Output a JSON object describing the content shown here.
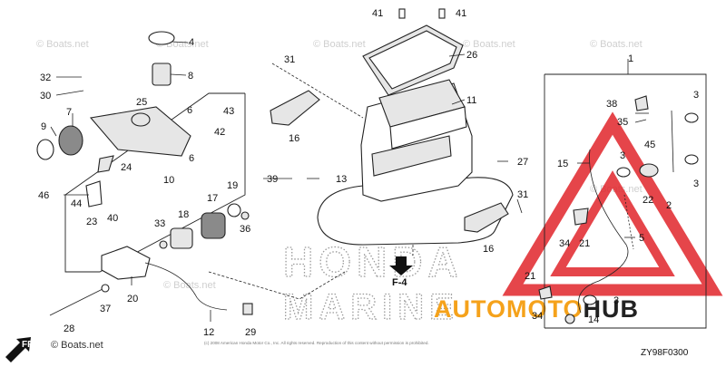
{
  "callouts": {
    "c1": "1",
    "c2": "2",
    "c3a": "3",
    "c3b": "3",
    "c3c": "3",
    "c3d": "3",
    "c4": "4",
    "c5": "5",
    "c6a": "6",
    "c6b": "6",
    "c7": "7",
    "c8": "8",
    "c9": "9",
    "c10": "10",
    "c11": "11",
    "c12": "12",
    "c13": "13",
    "c14": "14",
    "c15": "15",
    "c16a": "16",
    "c16b": "16",
    "c17": "17",
    "c18": "18",
    "c19": "19",
    "c20": "20",
    "c21a": "21",
    "c21b": "21",
    "c22": "22",
    "c23": "23",
    "c24": "24",
    "c25": "25",
    "c26": "26",
    "c27": "27",
    "c28": "28",
    "c29": "29",
    "c30": "30",
    "c31a": "31",
    "c31b": "31",
    "c32": "32",
    "c33": "33",
    "c34a": "34",
    "c34b": "34",
    "c35": "35",
    "c36": "36",
    "c37": "37",
    "c38": "38",
    "c39": "39",
    "c40": "40",
    "c41a": "41",
    "c41b": "41",
    "c42": "42",
    "c43": "43",
    "c44": "44",
    "c45": "45",
    "c46": "46"
  },
  "reference": "F-4",
  "diagram_code": "ZY98F0300",
  "front_label": "FR",
  "watermark_text": "© Boats.net",
  "bottom_watermark": "© Boats.net",
  "copyright_line": "(c) 2008 American Honda Motor Co., Inc. All rights reserved. Reproduction of this content without permission is prohibited.",
  "honda_marine": {
    "line1": "HONDA",
    "line2": "MARINE"
  },
  "automotohub": {
    "part1": "AUTO",
    "part2": "MOTO",
    "part3": "HUB"
  },
  "colors": {
    "accent_red": "#e0242a",
    "accent_orange": "#f5a21b",
    "line": "#222222"
  }
}
